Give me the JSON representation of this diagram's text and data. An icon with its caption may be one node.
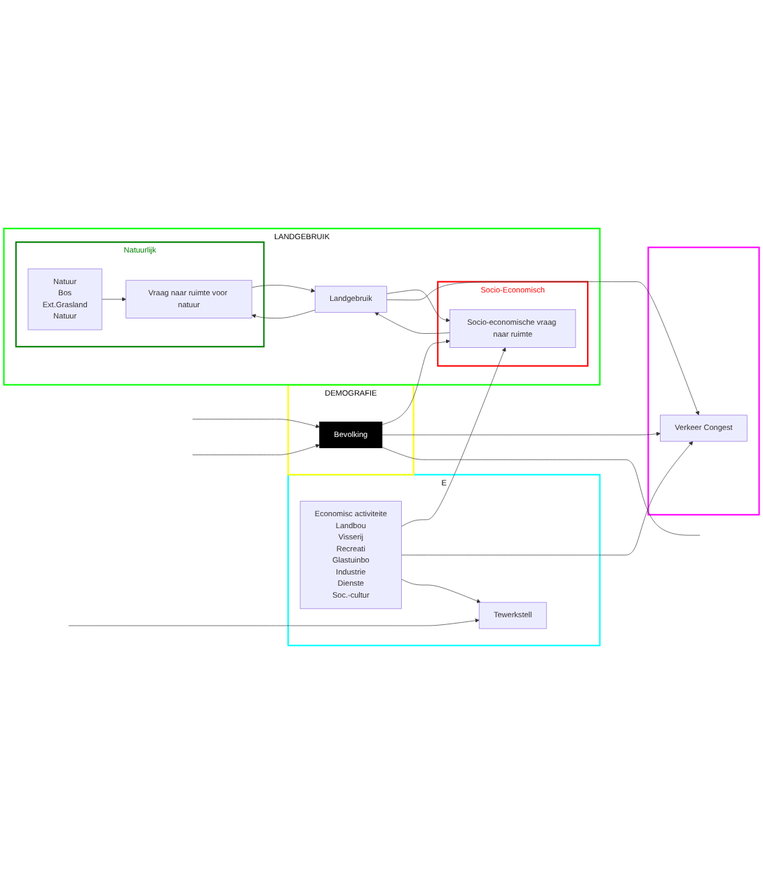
{
  "diagram": {
    "nodes": [
      {
        "text": [
          "LANDGEBRUIK"
        ]
      },
      {
        "text": [
          "Natuurlijk"
        ],
        "in": 0
      },
      {
        "text": [
          "Natuur",
          "Bos",
          "Ext.Grasland",
          "Natuur"
        ],
        "in": 1
      },
      {
        "text": [
          "Vraag naar ruimte voor natuur"
        ],
        "in": 1
      },
      {
        "text": [
          "Landgebruik"
        ],
        "in": 0
      },
      {
        "text": [
          "Socio-Economisch"
        ],
        "in": 0
      },
      {
        "text": [
          "Socio-economische vraag naar ruimte"
        ],
        "in": 5
      },
      {
        "text": [
          "DEMOGRAFIE"
        ]
      },
      {
        "text": [
          "Bevolking"
        ],
        "in": 7
      },
      {
        "text": [
          "E"
        ]
      },
      {
        "text": [
          "Tewerkstell"
        ],
        "in": 9
      },
      {
        "text": [
          "Economisc activiteite",
          "Landbou",
          "Visserij",
          "Recreati",
          "Glastuinbo",
          "Industrie",
          "Dienste",
          "Soc.-cultur"
        ],
        "in": 9
      },
      {
        "text": [],
        "shape": "box"
      },
      {
        "text": [
          "Verkeer Congest"
        ],
        "in": 12
      }
    ],
    "edges": [
      {
        "from": 2,
        "to": 3,
        "arrow": "to"
      },
      {
        "from": 4,
        "to": 3,
        "arrow": "to"
      },
      {
        "from": 3,
        "to": 4,
        "arrow": "to"
      },
      {
        "from": 6,
        "to": 4,
        "arrow": "to"
      },
      {
        "from": 4,
        "to": 6,
        "arrow": "to"
      },
      {
        "from": 11,
        "to": 6,
        "arrow": "to"
      },
      {
        "from": 8,
        "to": 6,
        "arrow": "to"
      },
      {
        "from": 4,
        "to": 13,
        "arrow": "to"
      },
      {
        "from": 8,
        "to": 13,
        "arrow": "to"
      },
      {
        "from": 11,
        "to": 13,
        "arrow": "to"
      },
      {
        "from": 11,
        "to": 10,
        "arrow": "to"
      },
      {
        "from": null,
        "to": 10,
        "arrow": "to"
      },
      {
        "from": 8,
        "to": null,
        "arrow": "none"
      },
      {
        "from": null,
        "to": 8,
        "arrow": "to"
      },
      {
        "from": null,
        "to": 8,
        "arrow": "to"
      }
    ]
  }
}
